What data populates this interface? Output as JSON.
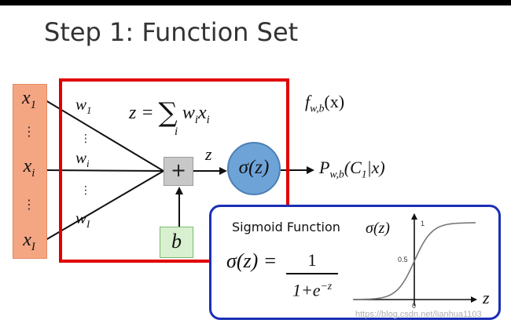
{
  "title": "Step 1: Function Set",
  "inputs": {
    "x1": "x",
    "x1_sub": "1",
    "xi": "x",
    "xi_sub": "i",
    "xI": "x",
    "xI_sub": "I",
    "dots": "⋮"
  },
  "weights": {
    "w1": "w",
    "w1_sub": "1",
    "wi": "w",
    "wi_sub": "i",
    "wI": "w",
    "wI_sub": "I",
    "dots": "⋮"
  },
  "formula": {
    "lhs": "z =",
    "sum": "∑",
    "term": "w",
    "term_sub": "i",
    "term2": "x",
    "term2_sub": "i",
    "index": "i"
  },
  "plus": "+",
  "bias": "b",
  "z_label": "z",
  "sigma": "σ(z)",
  "f_label": {
    "f": "f",
    "sub": "w,b",
    "arg": "(x)"
  },
  "p_label": {
    "p": "P",
    "sub": "w,b",
    "arg_open": "(C",
    "arg_sub": "1",
    "arg_close": "|x)"
  },
  "callout": {
    "title": "Sigmoid Function",
    "lhs": "σ(z) =",
    "numerator": "1",
    "denominator": "1+e",
    "exp": "−z",
    "mini_sigma": "σ(z)",
    "tick_one": "1",
    "tick_half": "0.5",
    "tick_zero": "0",
    "axis_label": "z"
  },
  "watermark": "https://blog.csdn.net/lianhua1103"
}
